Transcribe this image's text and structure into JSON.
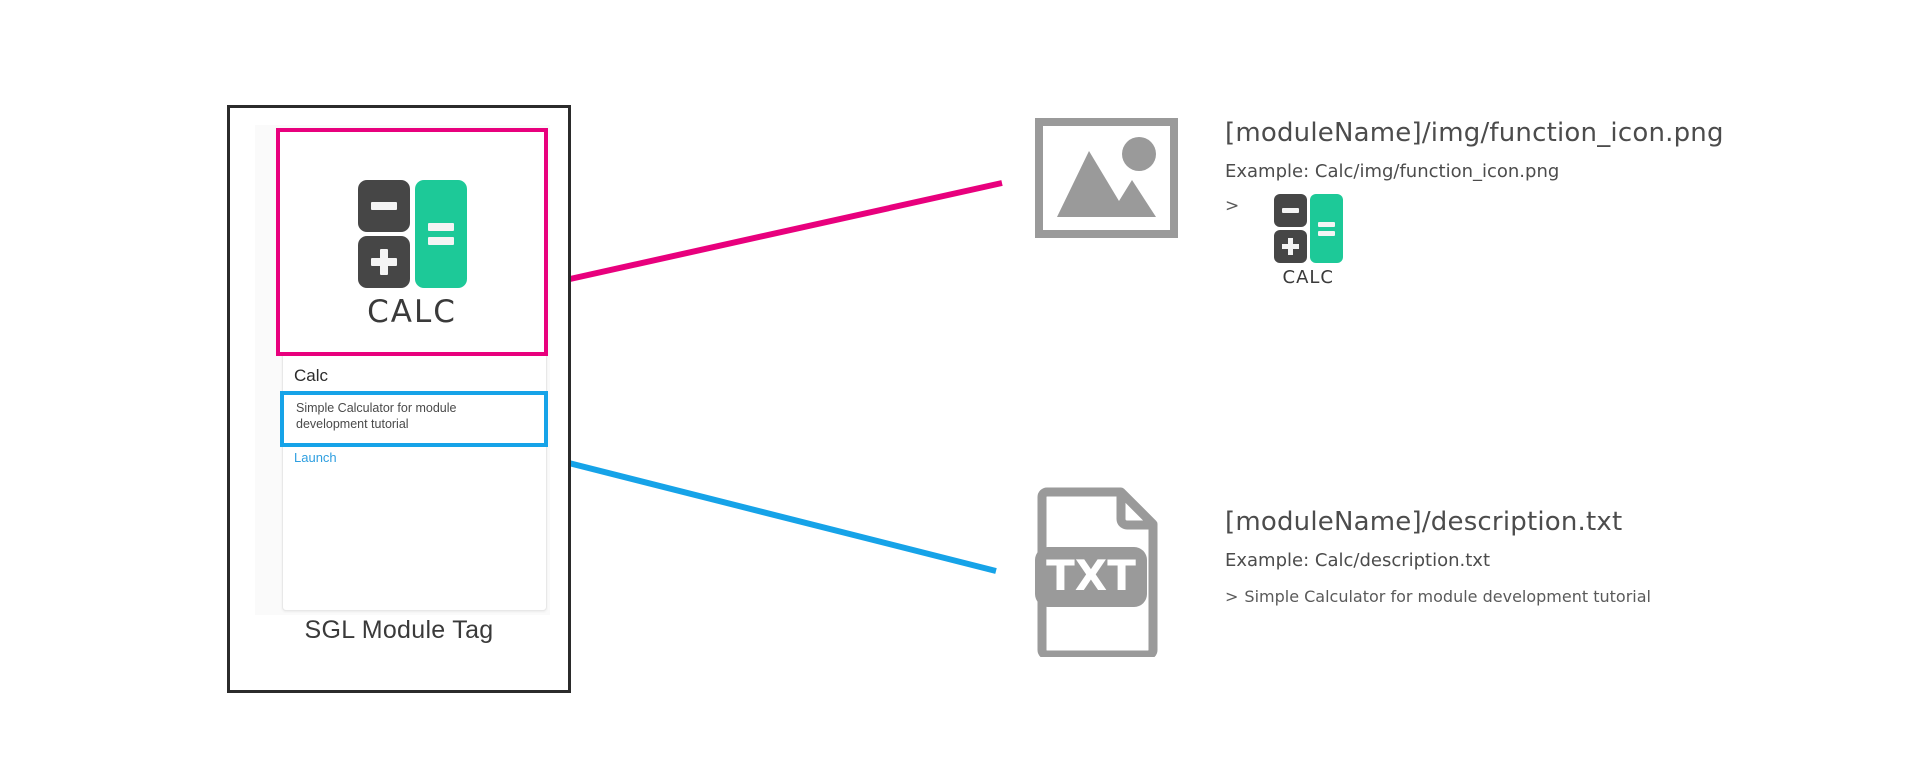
{
  "colors": {
    "highlight_pink": "#e8007d",
    "highlight_blue": "#16a3e8",
    "logo_green": "#1dc998",
    "logo_dark": "#464646",
    "icon_gray": "#9a9a9a",
    "card_border": "#2b2b2b",
    "link_blue": "#2f9fe0"
  },
  "module_card": {
    "caption": "SGL Module Tag",
    "tag": {
      "logo_word": "CALC",
      "title": "Calc",
      "description": "Simple Calculator for module development tutorial",
      "launch_label": "Launch"
    }
  },
  "annotations": [
    {
      "id": "image-annotation",
      "icon": "image-placeholder-icon",
      "heading": "[moduleName]/img/function_icon.png",
      "example": "Example: Calc/img/function_icon.png",
      "chevron": ">",
      "preview_word": "CALC"
    },
    {
      "id": "description-annotation",
      "icon": "txt-file-icon",
      "icon_label": "TXT",
      "heading": "[moduleName]/description.txt",
      "example": "Example: Calc/description.txt",
      "value_marker": ">",
      "value": "Simple Calculator for module development tutorial"
    }
  ],
  "connectors": [
    {
      "id": "pink-connector",
      "from": "icon-highlight",
      "to": "image-annotation"
    },
    {
      "id": "blue-connector",
      "from": "desc-highlight",
      "to": "description-annotation"
    }
  ]
}
